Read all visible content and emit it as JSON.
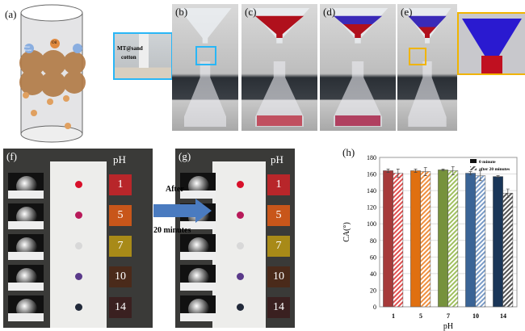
{
  "panels": {
    "a": "(a)",
    "b": "(b)",
    "c": "(c)",
    "d": "(d)",
    "e": "(e)",
    "f": "(f)",
    "g": "(g)",
    "h": "(h)"
  },
  "schematic": {
    "oil": "Oil",
    "water_droplet": "Water Droplet"
  },
  "inset": {
    "line1": "MT@sand",
    "line2": "cotton"
  },
  "arrow": {
    "line1": "After",
    "line2": "20 minutes"
  },
  "ph_header": "pH",
  "ph_values": [
    "1",
    "5",
    "7",
    "10",
    "14"
  ],
  "drop_colors": [
    "#d8102a",
    "#b81a5a",
    "#d8d8d8",
    "#5a3a8a",
    "#222a3a"
  ],
  "ph_colors": [
    "#b8262a",
    "#c8561a",
    "#a88a18",
    "#4a2a1a",
    "#3a2020"
  ],
  "chart_data": {
    "type": "bar",
    "categories": [
      "1",
      "5",
      "7",
      "10",
      "14"
    ],
    "series": [
      {
        "name": "0 minute",
        "values": [
          164,
          164,
          165,
          161,
          157
        ],
        "errors": [
          2,
          2,
          1,
          2,
          1
        ]
      },
      {
        "name": "after 20 minutes",
        "values": [
          161,
          163,
          164,
          158,
          137
        ],
        "errors": [
          5,
          5,
          5,
          6,
          5
        ]
      }
    ],
    "colors": [
      "#a63a3a",
      "#e07010",
      "#76923c",
      "#3a6496",
      "#1a3658"
    ],
    "hatch_colors": [
      "#e05050",
      "#f09040",
      "#a0c060",
      "#7a9cc8",
      "#555555"
    ],
    "xlabel": "pH",
    "ylabel": "CA(°)",
    "ylim": [
      0,
      180
    ],
    "yticks": [
      "0",
      "20",
      "40",
      "60",
      "80",
      "100",
      "120",
      "140",
      "160",
      "180"
    ],
    "grid": true,
    "legend": "top-right"
  }
}
